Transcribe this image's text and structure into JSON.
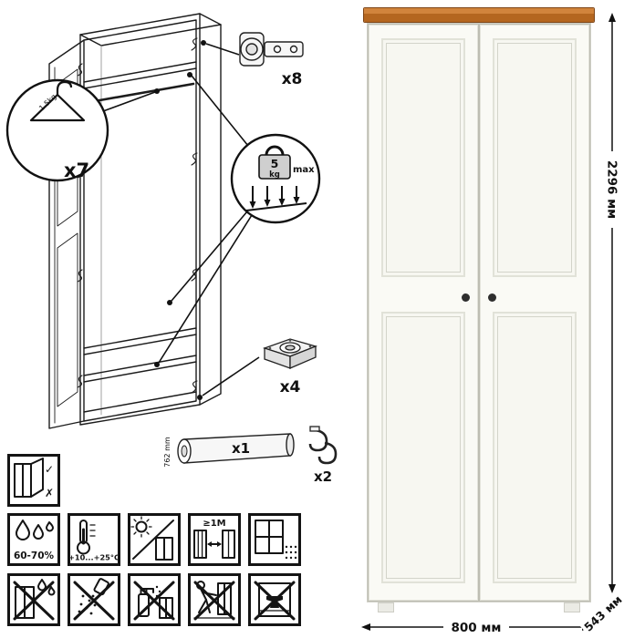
{
  "sheet": {
    "hanger": {
      "capacity": "1.5kg",
      "count": "x7"
    },
    "load": {
      "value": "5",
      "unit": "kg",
      "max": "max"
    },
    "hardware": {
      "hinges": "x8",
      "feet": "x4",
      "rod": "x1",
      "rod_length": "762 mm",
      "hooks": "x2"
    },
    "dimensions": {
      "height": "2296 мм",
      "width": "800 мм",
      "depth": "543 мм"
    },
    "care": {
      "humidity": "60-70%",
      "temperature": "+10...+25°C",
      "min_distance": "≥1M"
    },
    "marks": {
      "ok": "✓",
      "no": "✗"
    },
    "colors": {
      "top_board_front": "#b4661f",
      "top_board_top": "#d1843c",
      "door_white": "#fafaf5",
      "line": "#141414"
    }
  }
}
